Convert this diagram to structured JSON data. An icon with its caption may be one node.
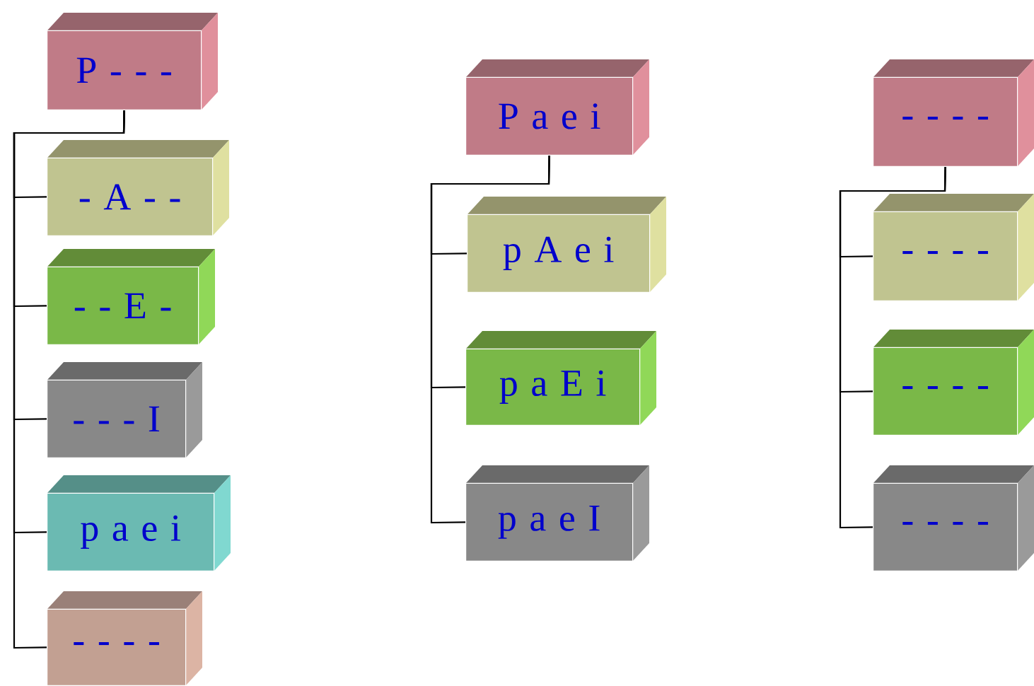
{
  "diagram": {
    "nodes": [
      {
        "text": [
          "P - - -"
        ]
      },
      {
        "text": [
          "- A - -"
        ]
      },
      {
        "text": [
          "- - E -"
        ]
      },
      {
        "text": [
          "- - - I"
        ]
      },
      {
        "text": [
          "p a e i"
        ]
      },
      {
        "text": [
          "- - - -"
        ]
      },
      {
        "text": [
          "P a e i"
        ]
      },
      {
        "text": [
          "p A e i"
        ]
      },
      {
        "text": [
          "p a E i"
        ]
      },
      {
        "text": [
          "p a e I"
        ]
      },
      {
        "text": [
          "- - - -"
        ]
      },
      {
        "text": [
          "- - - -"
        ]
      },
      {
        "text": [
          "- - - -"
        ]
      },
      {
        "text": [
          "- - - -"
        ]
      }
    ],
    "edges": [
      {
        "from": 0,
        "to": 1,
        "arrow": "none"
      },
      {
        "from": 0,
        "to": 2,
        "arrow": "none"
      },
      {
        "from": 0,
        "to": 3,
        "arrow": "none"
      },
      {
        "from": 0,
        "to": 4,
        "arrow": "none"
      },
      {
        "from": 0,
        "to": 5,
        "arrow": "none"
      },
      {
        "from": 6,
        "to": 7,
        "arrow": "none"
      },
      {
        "from": 6,
        "to": 8,
        "arrow": "none"
      },
      {
        "from": 6,
        "to": 9,
        "arrow": "none"
      },
      {
        "from": 10,
        "to": 11,
        "arrow": "none"
      },
      {
        "from": 10,
        "to": 12,
        "arrow": "none"
      },
      {
        "from": 10,
        "to": 13,
        "arrow": "none"
      }
    ]
  }
}
